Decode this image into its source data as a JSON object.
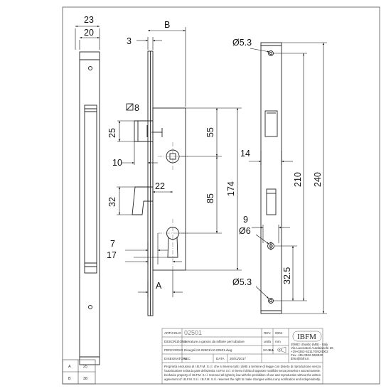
{
  "dimensions": {
    "d23": "23",
    "d20": "20",
    "d3": "3",
    "dB": "B",
    "d8": "8",
    "d25": "25",
    "d55": "55",
    "d10": "10",
    "d32": "32",
    "d22": "22",
    "d85": "85",
    "d174": "174",
    "d7": "7",
    "d17": "17",
    "dA": "A",
    "d53top": "Ø5.3",
    "d14": "14",
    "d210": "210",
    "d240": "240",
    "d9": "9",
    "d6": "Ø6",
    "d325": "32.5",
    "d53bot": "Ø5.3"
  },
  "variants": [
    {
      "code": "A",
      "value": "25"
    },
    {
      "code": "B",
      "value": "38"
    }
  ],
  "titleblock": {
    "articolo_label": "ARTICOLO",
    "articolo_value": "02501",
    "rev_label": "REV.",
    "rev_value": "0001",
    "descrizione_label": "DESCRIZIONE",
    "descrizione_value": "Serrature a gancio da infilare per tubolare",
    "unita_label": "unità",
    "unita_value": "mm",
    "percorso_label": "PERCORSO",
    "percorso_value": "Disegni/Art.02501/Art.02501.dwg",
    "scala_label": "SCALA",
    "scala_value": "1:1",
    "disegnatore_label": "DISEGNATORE",
    "disegnatore_value": "M.C.",
    "data_label": "DATA",
    "data_value": "20/01/2017",
    "logo_text": "IBFM",
    "company_lines": [
      "20882 Ubaldo (MB) - Italy",
      "Via Lavoratori Autobianchi 26",
      "+39-0362-621170/624002",
      "Fax +39-0362-563840",
      "ibfm@ibfm.it"
    ],
    "notice_lines": [
      "Proprietà esclusiva di I.B.F.M. S.r.l. che si riserva tutti i diritti a termine di legge con divieto di riproduzione senza",
      "l'autorizzazione scritta da parte dell'azienda. I.B.F.M. S.r.l. si riserva il diritto di apportare modifiche senza preavviso e autonomamente.",
      "Exclusive property of I.B.F.M. S.r.l. reserved all rights by law with the prohibition of use and reproduction without the written",
      "agreement of I.B.F.M. S.r.l. I.B.F.M. S.r.l. reserves the right to make changes without any notification and independently."
    ]
  }
}
